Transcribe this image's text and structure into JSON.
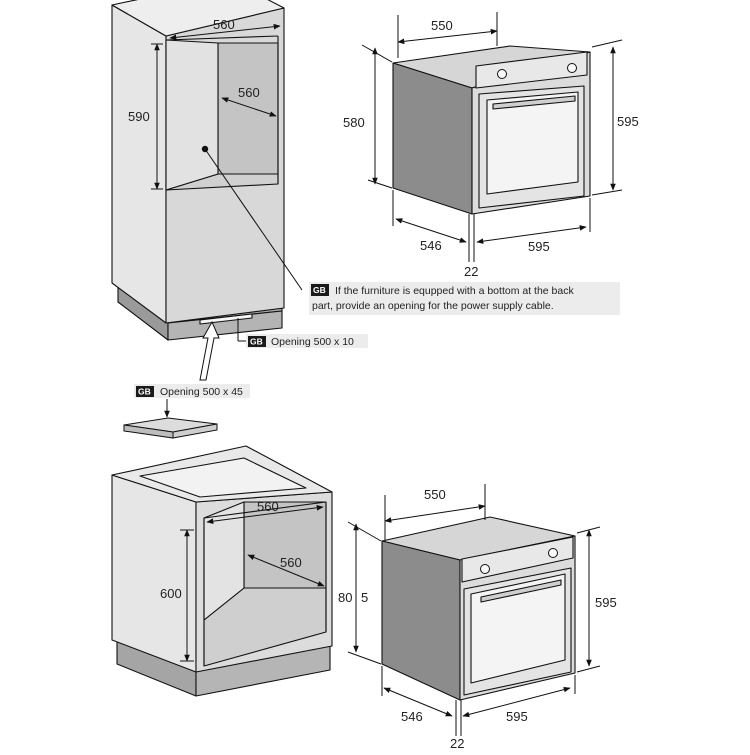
{
  "colors": {
    "cabinet_front": "#e6e6e6",
    "cabinet_side": "#c9c9c9",
    "cabinet_inner": "#c7c7c7",
    "plinth": "#a9a9a9",
    "oven_body": "#8c8c8c",
    "oven_front": "#dcdcdc",
    "oven_panel": "#e8e8e8",
    "oven_window": "#f4f4f4",
    "line": "#111111",
    "note_bg": "#ececec",
    "tag_bg": "#1a1a1a"
  },
  "top_cabinet": {
    "width_label": "560",
    "depth_label": "560",
    "height_label": "590"
  },
  "top_oven": {
    "width_label": "550",
    "height_label": "580",
    "total_height_label": "595",
    "depth_label": "546",
    "front_width_label": "595",
    "panel_depth_label": "22"
  },
  "notes": {
    "tag": "GB",
    "power_cable_line1": "If the furniture is equpped with a bottom at the back",
    "power_cable_line2": "part, provide an opening for the power supply cable.",
    "opening_back": "Opening 500 x 10",
    "opening_bottom": "Opening 500 x 45"
  },
  "bottom_cabinet": {
    "width_label": "560",
    "depth_label": "560",
    "height_label": "600"
  },
  "bottom_oven": {
    "width_label": "550",
    "height_label_a": "80",
    "height_label_b": "5",
    "total_height_label": "595",
    "depth_label": "546",
    "front_width_label": "595",
    "panel_depth_label": "22"
  },
  "icons": [
    "arrow-icon",
    "dot-marker-icon",
    "oven-knob-icon"
  ]
}
